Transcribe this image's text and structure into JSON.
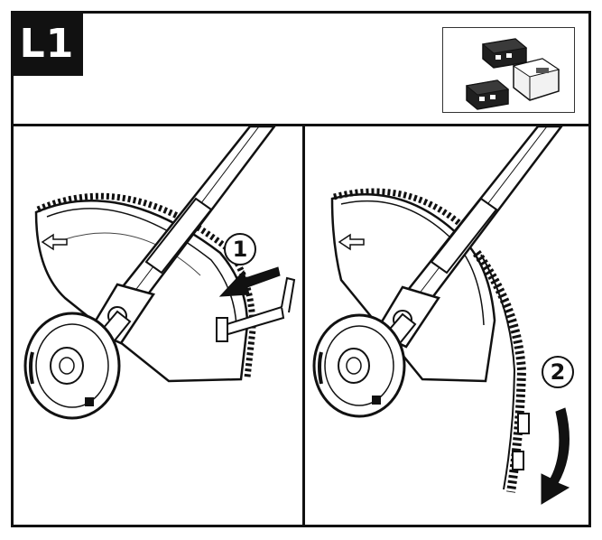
{
  "header": {
    "step_label": "L1"
  },
  "panels": [
    {
      "callout": "1"
    },
    {
      "callout": "2"
    }
  ],
  "colors": {
    "ink": "#111111",
    "background": "#ffffff",
    "shade": "#2a2a2a"
  }
}
